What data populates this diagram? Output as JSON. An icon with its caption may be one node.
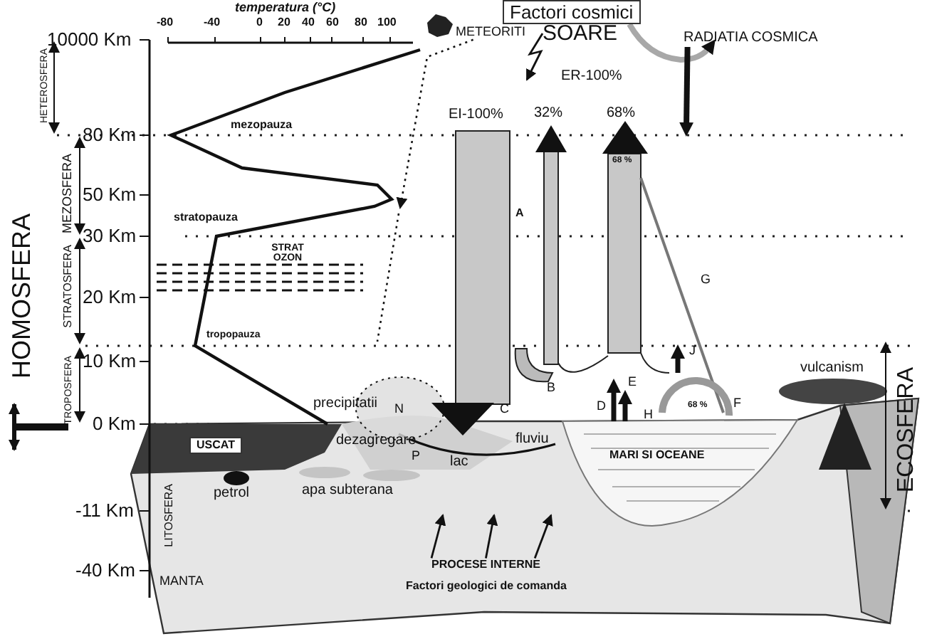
{
  "diagram": {
    "nodes": [
      {
        "text": [
          "Factori cosmici"
        ]
      },
      {
        "text": [
          "SOARE"
        ]
      },
      {
        "text": [
          "METEORITI"
        ]
      },
      {
        "text": [
          "RADIATIA COSMICA"
        ]
      },
      {
        "text": [
          "USCAT"
        ]
      },
      {
        "text": [
          "MARI SI OCEANE"
        ]
      },
      {
        "text": [
          "PROCESE INTERNE"
        ]
      }
    ],
    "edges": [
      {
        "from": 0,
        "to": 3,
        "arrow": "to",
        "style": "thick",
        "color": "#a8a8a8"
      },
      {
        "from": 1,
        "to": null,
        "arrow": "to"
      },
      {
        "from": 2,
        "to": null,
        "arrow": "to",
        "style": "dashed"
      },
      {
        "from": 6,
        "to": null,
        "arrow": "to"
      },
      {
        "from": 6,
        "to": null,
        "arrow": "to"
      },
      {
        "from": 6,
        "to": null,
        "arrow": "to"
      },
      {
        "from": 3,
        "to": null,
        "arrow": "to",
        "style": "thick"
      }
    ],
    "labels": [
      "temperatura (°C)",
      "-80",
      "-40",
      "0",
      "20",
      "40",
      "60",
      "80",
      "100",
      "10000 Km",
      "HETEROSFERA",
      "mezopauza",
      "80 Km",
      "MEZOSFERA",
      "50 Km",
      "stratopauza",
      "30 Km",
      "STRAT OZON",
      "20 Km",
      "HOMOSFERA",
      "STRATOSFERA",
      "tropopauza",
      "10 Km",
      "TROPOSFERA",
      "0 Km",
      "ER-100%",
      "EI-100%",
      "32%",
      "68%",
      "68 %",
      "A",
      "G",
      "J",
      "B",
      "E",
      "C",
      "D",
      "H",
      "68 %",
      "F",
      "N",
      "precipitatii",
      "vulcanism",
      "ECOSFERA",
      "dezagregare",
      "P",
      "lac",
      "fluviu",
      "-11 Km",
      "LITOSFERA",
      "petrol",
      "apa subterana",
      "-40 Km",
      "MANTA",
      "Factori geologici de comanda"
    ]
  }
}
